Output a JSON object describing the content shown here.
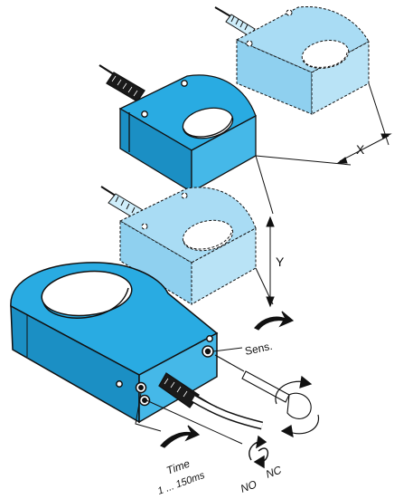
{
  "labels": {
    "x": "X",
    "y": "Y",
    "sens": "Sens.",
    "time_line1": "Time",
    "time_line2": "1 ... 150ms",
    "no": "NO",
    "nc": "NC"
  },
  "colors": {
    "sensor_blue": "#29abe2",
    "sensor_ghost": "#a9dcf4",
    "stroke": "#111111"
  },
  "icons": [
    "cable-connector-icon",
    "screwdriver-icon",
    "rotate-arrows-icon",
    "curved-arrow-icon"
  ]
}
